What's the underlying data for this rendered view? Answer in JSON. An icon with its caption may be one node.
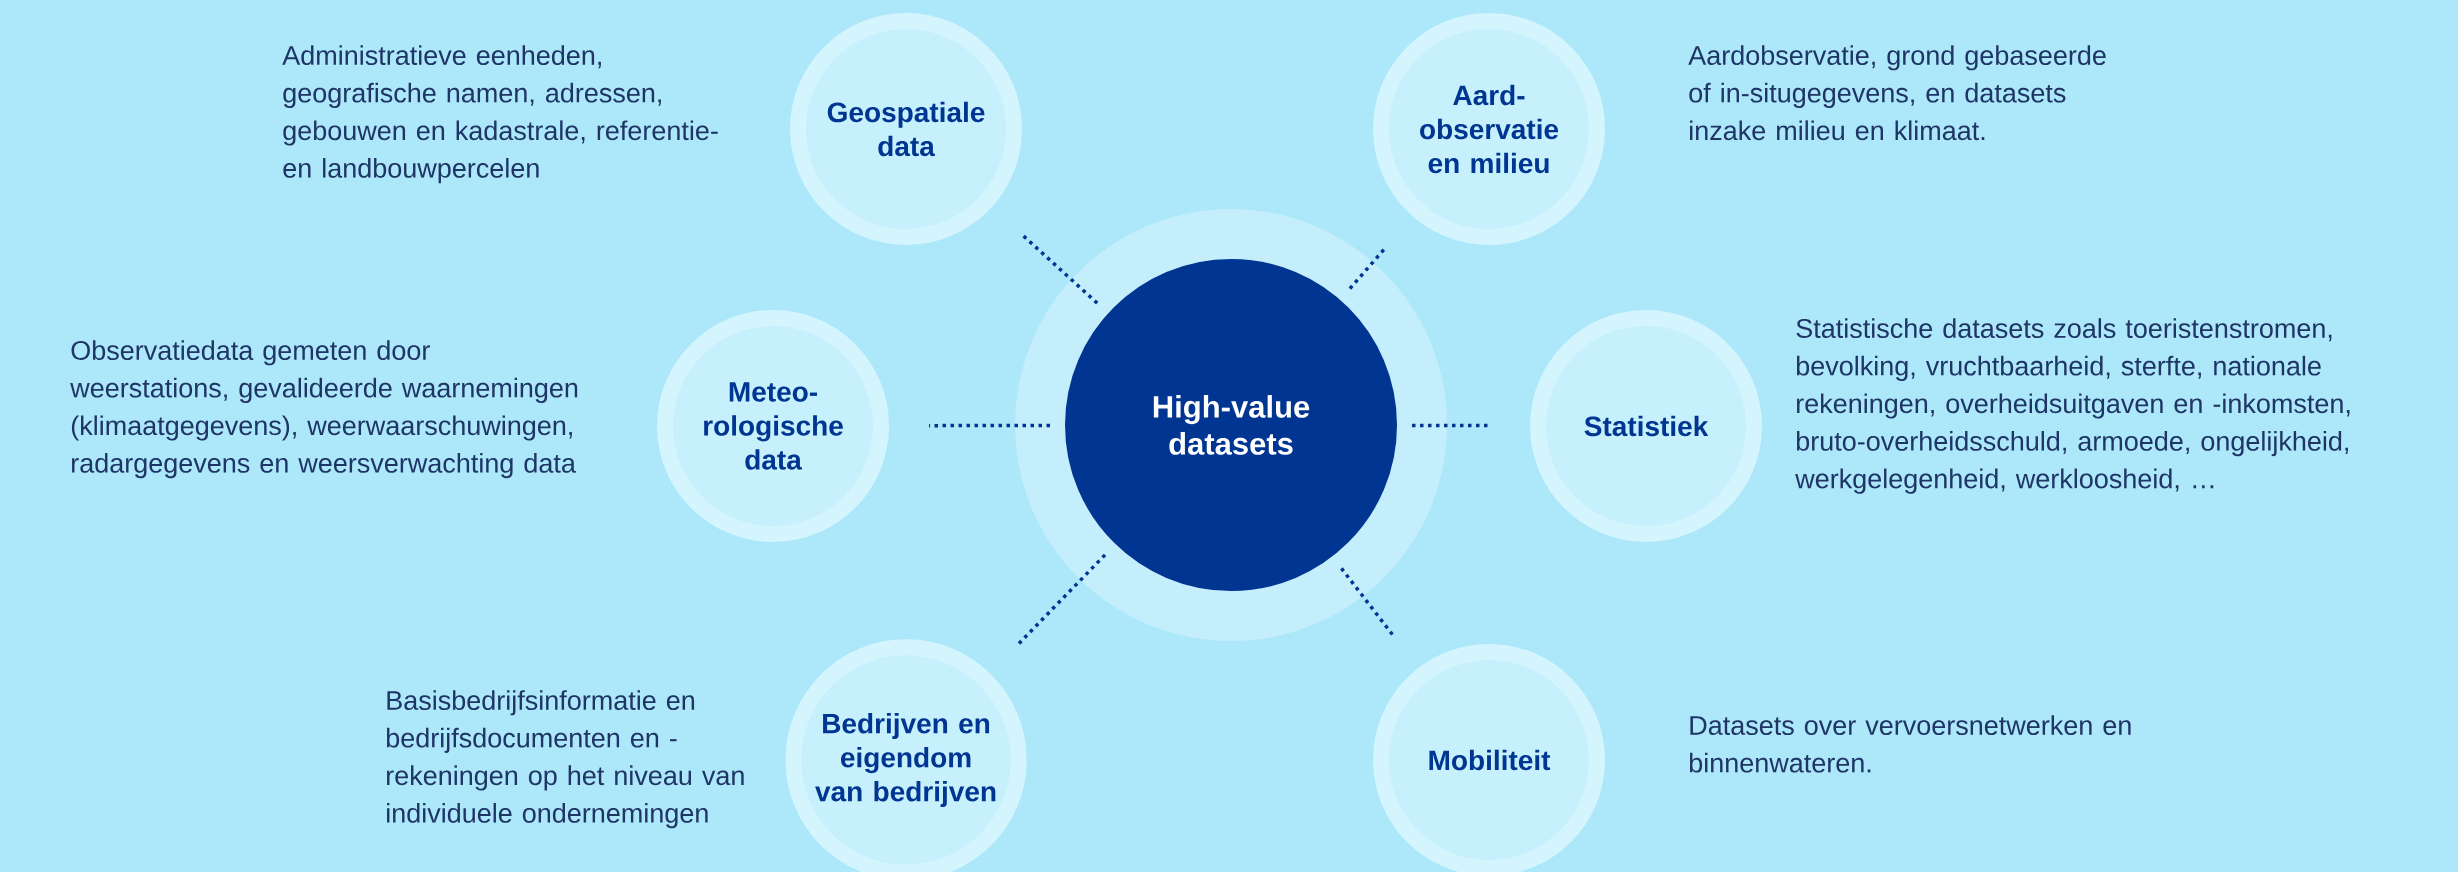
{
  "diagram": {
    "nodes": [
      {
        "text": [
          "High-value datasets"
        ]
      },
      {
        "text": [
          "Geospatiale data"
        ],
        "beside": [
          "Administratieve eenheden, geografische namen, adressen, gebouwen en kadastrale, referentie- en landbouwpercelen"
        ]
      },
      {
        "text": [
          "Aard- observatie en milieu"
        ],
        "beside": [
          "Aardobservatie, grond gebaseerde of in-situgegevens, en datasets inzake milieu en klimaat."
        ]
      },
      {
        "text": [
          "Meteo- rologische data"
        ],
        "beside": [
          "Observatiedata gemeten door weerstations, gevalideerde waarnemingen (klimaatgegevens), weerwaarschuwingen, radargegevens en weersverwachting data"
        ]
      },
      {
        "text": [
          "Statistiek"
        ],
        "beside": [
          "Statistische datasets zoals toeristenstromen, bevolking, vruchtbaarheid, sterfte, nationale rekeningen, overheidsuitgaven en -inkomsten, bruto-overheidsschuld, armoede, ongelijkheid, werkgelegenheid, werkloosheid, …"
        ]
      },
      {
        "text": [
          "Bedrijven en eigendom van bedrijven"
        ],
        "beside": [
          "Basisbedrijfsinformatie en bedrijfsdocumenten en - rekeningen op het niveau van individuele ondernemingen"
        ]
      },
      {
        "text": [
          "Mobiliteit"
        ],
        "beside": [
          "Datasets over vervoersnetwerken en binnenwateren."
        ]
      }
    ],
    "edges": [
      {
        "from": 0,
        "to": 1,
        "arrow": "none"
      },
      {
        "from": 0,
        "to": 2,
        "arrow": "none"
      },
      {
        "from": 0,
        "to": 3,
        "arrow": "none"
      },
      {
        "from": 0,
        "to": 4,
        "arrow": "none"
      },
      {
        "from": 0,
        "to": 5,
        "arrow": "none"
      },
      {
        "from": 0,
        "to": 6,
        "arrow": "none"
      }
    ]
  }
}
